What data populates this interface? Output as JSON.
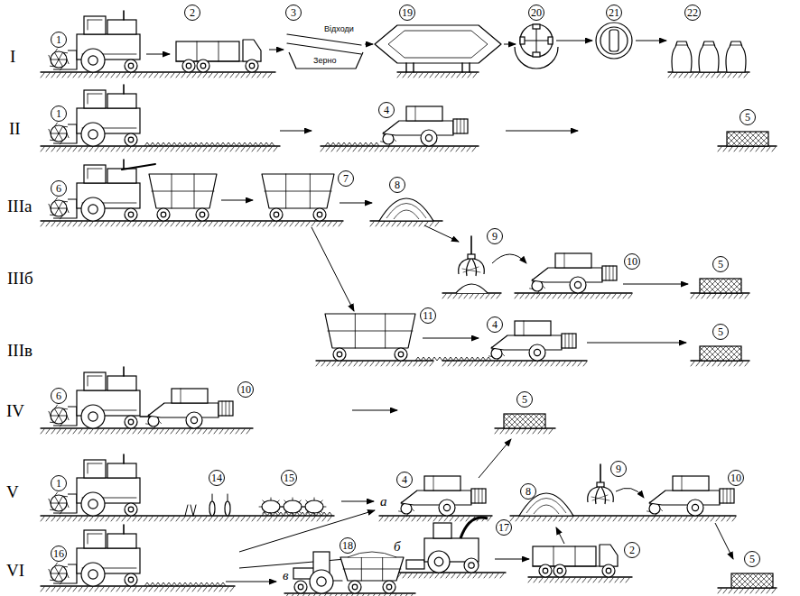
{
  "diagram": {
    "nodes": [
      {
        "text": [
          "1"
        ]
      },
      {
        "text": [
          "2"
        ]
      },
      {
        "text": [
          "3"
        ]
      },
      {
        "text": [
          "19"
        ]
      },
      {
        "text": [
          "20"
        ]
      },
      {
        "text": [
          "21"
        ]
      },
      {
        "text": [
          "22"
        ]
      },
      {
        "text": [
          "1"
        ]
      },
      {
        "text": [
          "4"
        ]
      },
      {
        "text": [
          "5"
        ]
      },
      {
        "text": [
          "6"
        ]
      },
      {
        "text": [
          "7"
        ]
      },
      {
        "text": [
          "8"
        ]
      },
      {
        "text": [
          "9"
        ]
      },
      {
        "text": [
          "10"
        ]
      },
      {
        "text": [
          "5"
        ]
      },
      {
        "text": [
          "11"
        ]
      },
      {
        "text": [
          "4"
        ]
      },
      {
        "text": [
          "5"
        ]
      },
      {
        "text": [
          "6"
        ]
      },
      {
        "text": [
          "10"
        ]
      },
      {
        "text": [
          "5"
        ]
      },
      {
        "text": [
          "1"
        ]
      },
      {
        "text": [
          "14"
        ]
      },
      {
        "text": [
          "15"
        ]
      },
      {
        "text": [
          "4"
        ]
      },
      {
        "text": [
          "8"
        ]
      },
      {
        "text": [
          "9"
        ]
      },
      {
        "text": [
          "10"
        ]
      },
      {
        "text": [
          "17"
        ]
      },
      {
        "text": [
          "2"
        ]
      },
      {
        "text": [
          "5"
        ]
      },
      {
        "text": [
          "16"
        ]
      },
      {
        "text": [
          "18"
        ]
      }
    ],
    "labels": [
      "I",
      "II",
      "IIIа",
      "IIIб",
      "IIIв",
      "IV",
      "V",
      "VI",
      "Відходи",
      "Зерно",
      "а",
      "б",
      "в"
    ]
  }
}
